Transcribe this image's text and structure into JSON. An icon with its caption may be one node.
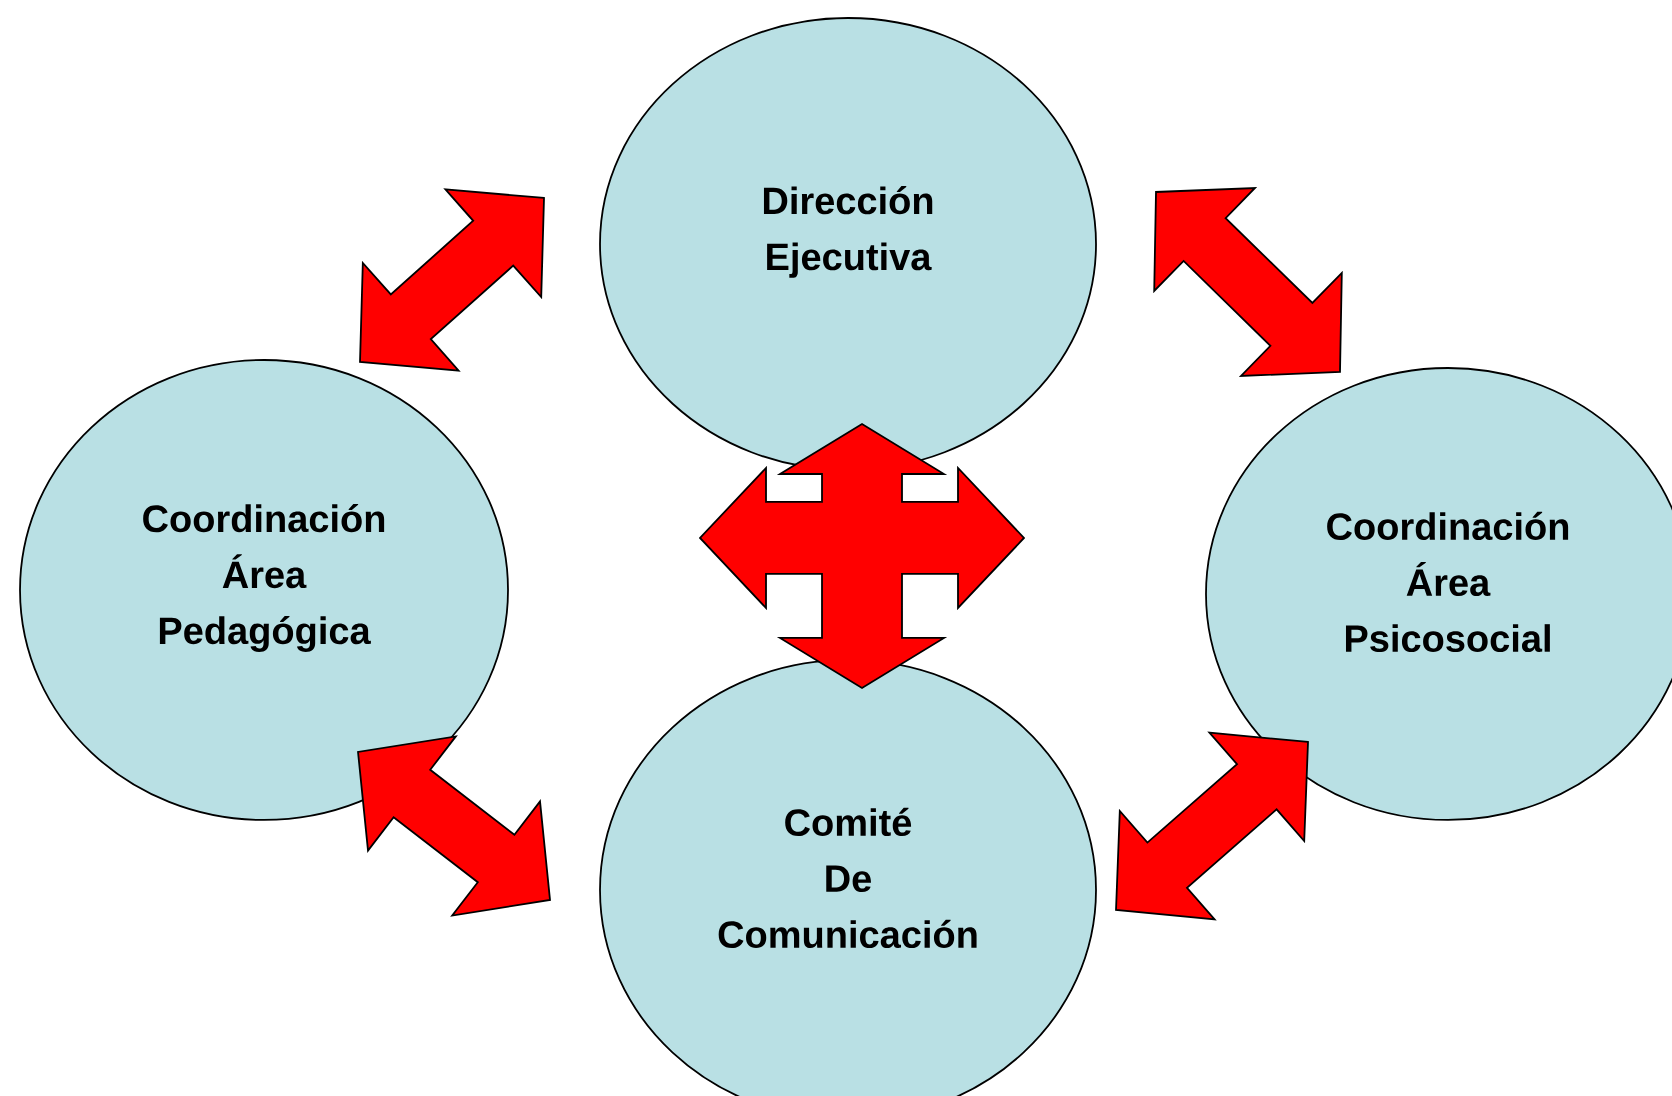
{
  "diagram": {
    "nodes": [
      {
        "text": [
          "Dirección Ejecutiva"
        ]
      },
      {
        "text": [
          "Coordinación Área Pedagógica"
        ]
      },
      {
        "text": [
          "Coordinación Área Psicosocial"
        ]
      },
      {
        "text": [
          "Comité De Comunicación"
        ]
      }
    ],
    "edges": [
      {
        "from": 0,
        "to": 1,
        "arrow": "both"
      },
      {
        "from": 0,
        "to": 2,
        "arrow": "both"
      },
      {
        "from": 1,
        "to": 3,
        "arrow": "both"
      },
      {
        "from": 2,
        "to": 3,
        "arrow": "both"
      },
      {
        "from": 0,
        "to": 3,
        "arrow": "both"
      },
      {
        "from": 1,
        "to": 2,
        "arrow": "both"
      }
    ]
  }
}
